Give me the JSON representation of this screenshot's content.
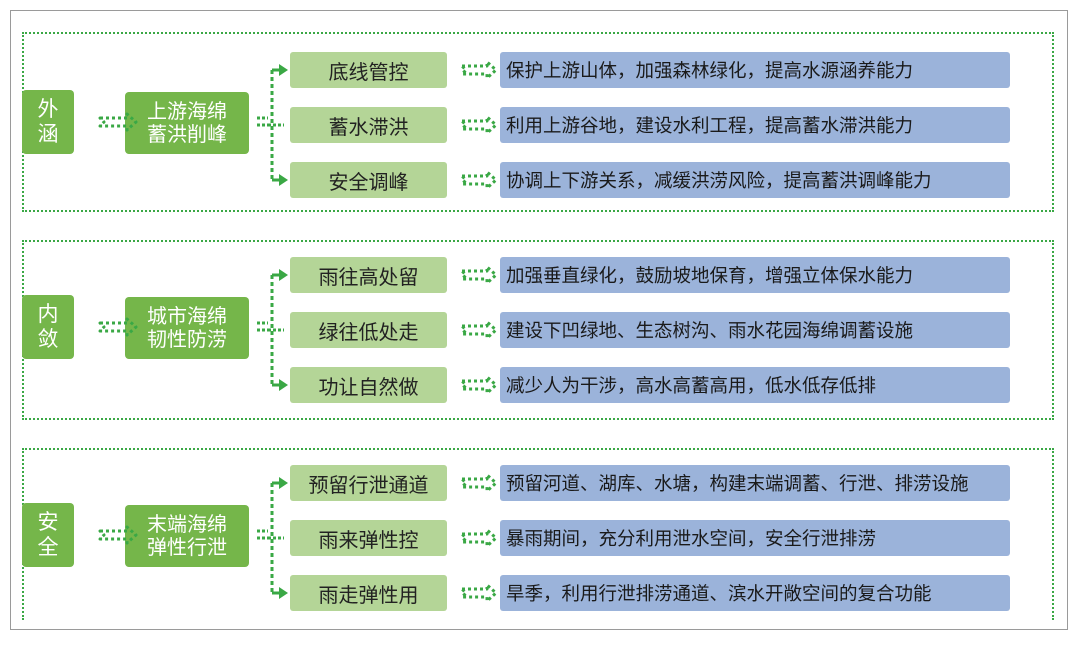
{
  "sections": [
    {
      "category": [
        "外",
        "涵"
      ],
      "title": [
        "上游海绵",
        "蓄洪削峰"
      ],
      "items": [
        {
          "label": "底线管控",
          "desc": "保护上游山体，加强森林绿化，提高水源涵养能力"
        },
        {
          "label": "蓄水滞洪",
          "desc": "利用上游谷地，建设水利工程，提高蓄水滞洪能力"
        },
        {
          "label": "安全调峰",
          "desc": "协调上下游关系，减缓洪涝风险，提高蓄洪调峰能力"
        }
      ]
    },
    {
      "category": [
        "内",
        "敛"
      ],
      "title": [
        "城市海绵",
        "韧性防涝"
      ],
      "items": [
        {
          "label": "雨往高处留",
          "desc": "加强垂直绿化，鼓励坡地保育，增强立体保水能力"
        },
        {
          "label": "绿往低处走",
          "desc": "建设下凹绿地、生态树沟、雨水花园海绵调蓄设施"
        },
        {
          "label": "功让自然做",
          "desc": "减少人为干涉，高水高蓄高用，低水低存低排"
        }
      ]
    },
    {
      "category": [
        "安",
        "全"
      ],
      "title": [
        "末端海绵",
        "弹性行泄"
      ],
      "items": [
        {
          "label": "预留行泄通道",
          "desc": "预留河道、湖库、水塘，构建末端调蓄、行泄、排涝设施"
        },
        {
          "label": "雨来弹性控",
          "desc": "暴雨期间，充分利用泄水空间，安全行泄排涝"
        },
        {
          "label": "雨走弹性用",
          "desc": "旱季，利用行泄排涝通道、滨水开敞空间的复合功能"
        }
      ]
    }
  ],
  "colors": {
    "dark_green": "#75b64a",
    "light_green": "#b4d597",
    "blue": "#9bb3da",
    "dotted_border": "#3aa845"
  },
  "icons": {
    "connector": "dotted-double-arrow-icon",
    "branch": "branch-arrow-icon"
  }
}
